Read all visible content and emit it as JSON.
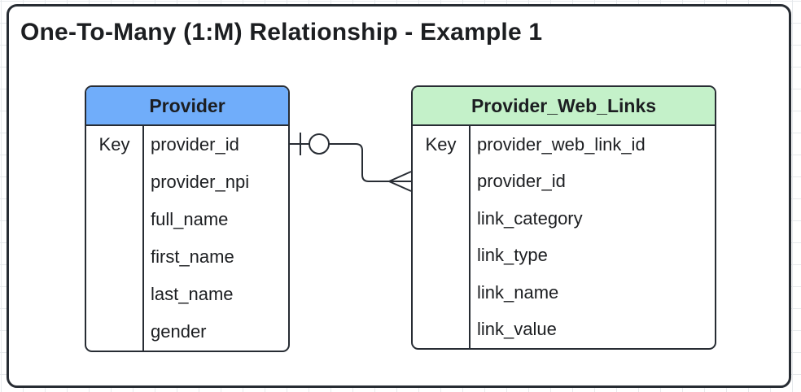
{
  "canvas": {
    "title": "One-To-Many (1:M) Relationship - Example 1",
    "grid_color": "#e6e9ec",
    "frame_border_color": "#272c33",
    "background_color": "#ffffff"
  },
  "entities": [
    {
      "name": "Provider",
      "header_color": "#70adfa",
      "key_label": "Key",
      "fields": [
        "provider_id",
        "provider_npi",
        "full_name",
        "first_name",
        "last_name",
        "gender"
      ]
    },
    {
      "name": "Provider_Web_Links",
      "header_color": "#c4f1c9",
      "key_label": "Key",
      "fields": [
        "provider_web_link_id",
        "provider_id",
        "link_category",
        "link_type",
        "link_name",
        "link_value"
      ]
    }
  ],
  "relationship": {
    "type": "one-to-many",
    "from_entity": "Provider",
    "from_field": "provider_id",
    "to_entity": "Provider_Web_Links",
    "to_field": "provider_id",
    "from_marker": "one-with-ring",
    "to_marker": "crow-foot-many",
    "line_color": "#272c33"
  }
}
